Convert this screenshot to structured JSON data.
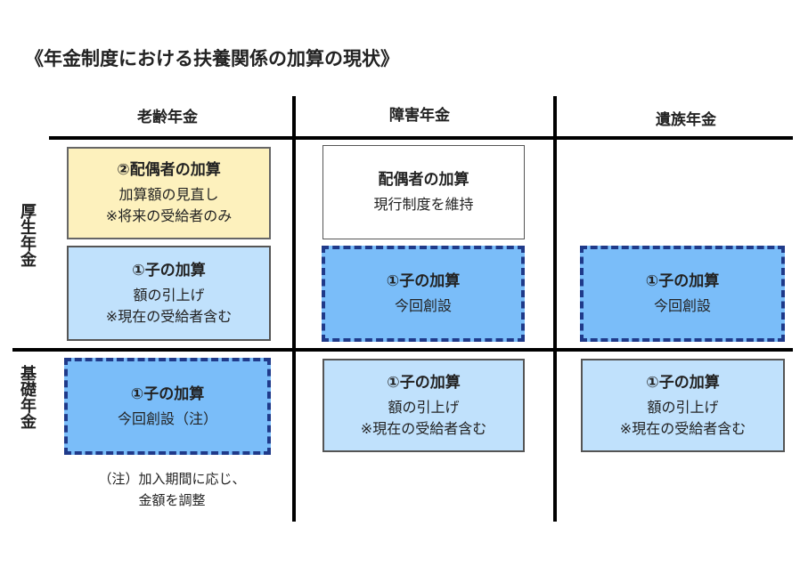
{
  "title": "《年金制度における扶養関係の加算の現状》",
  "columns": [
    "老齢年金",
    "障害年金",
    "遺族年金"
  ],
  "rows": [
    "厚生年金",
    "基礎年金"
  ],
  "cells": {
    "old_kosei_spouse": {
      "heading": "②配偶者の加算",
      "lines": [
        "加算額の見直し",
        "※将来の受給者のみ"
      ]
    },
    "old_kosei_child": {
      "heading": "①子の加算",
      "lines": [
        "額の引上げ",
        "※現在の受給者含む"
      ]
    },
    "dis_kosei_spouse": {
      "heading": "配偶者の加算",
      "lines": [
        "現行制度を維持"
      ]
    },
    "dis_kosei_child": {
      "heading": "①子の加算",
      "lines": [
        "今回創設"
      ]
    },
    "sur_kosei_child": {
      "heading": "①子の加算",
      "lines": [
        "今回創設"
      ]
    },
    "old_kiso_child": {
      "heading": "①子の加算",
      "lines": [
        "今回創設（注）"
      ]
    },
    "dis_kiso_child": {
      "heading": "①子の加算",
      "lines": [
        "額の引上げ",
        "※現在の受給者含む"
      ]
    },
    "sur_kiso_child": {
      "heading": "①子の加算",
      "lines": [
        "額の引上げ",
        "※現在の受給者含む"
      ]
    }
  },
  "note": [
    "（注）加入期間に応じ、",
    "金額を調整"
  ],
  "colors": {
    "yellow": "#fdf1bd",
    "light_blue": "#c0e1fc",
    "new_blue": "#7abdf9",
    "dash_border": "#1f3a8a"
  }
}
